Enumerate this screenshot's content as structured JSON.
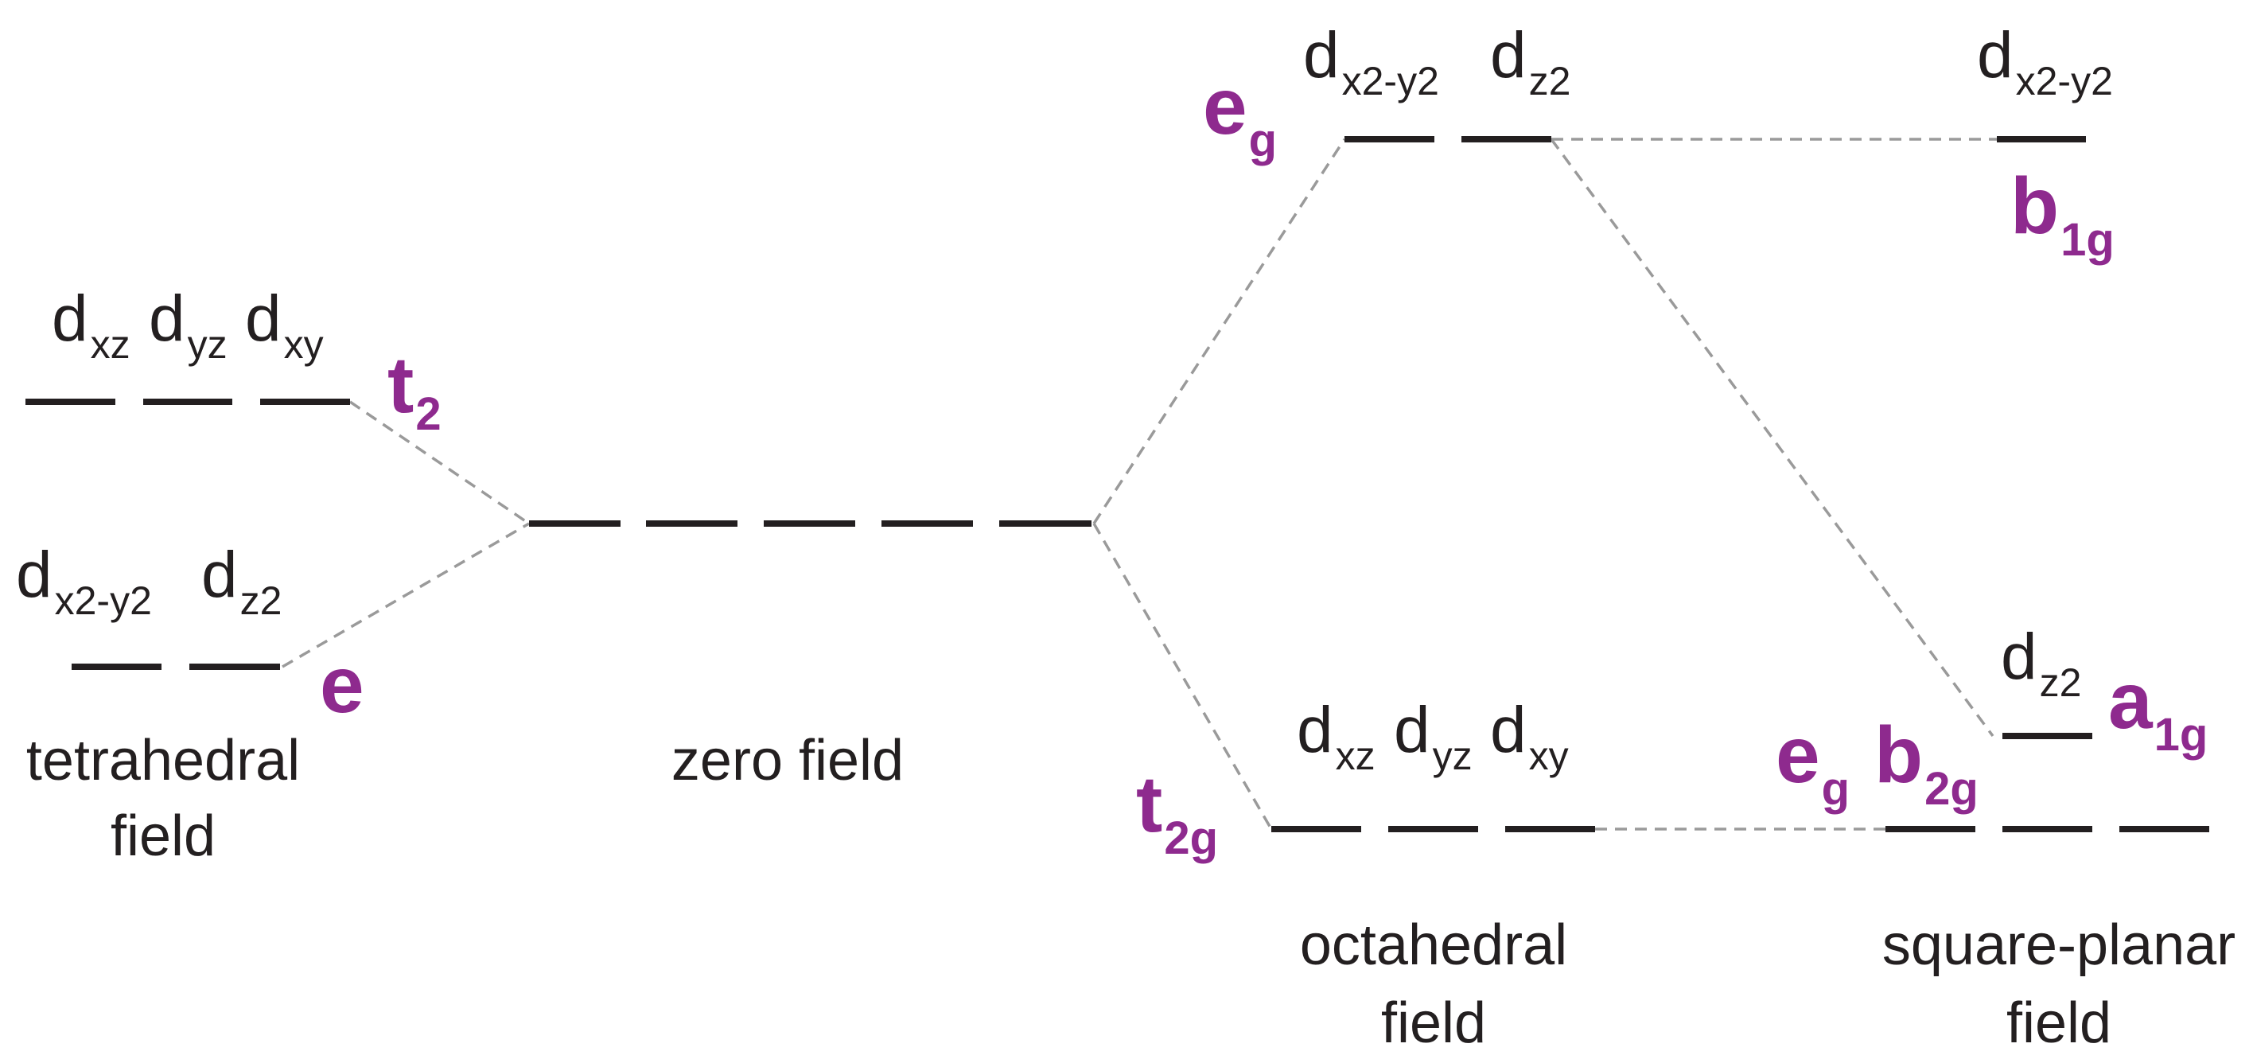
{
  "colors": {
    "line": "#231f20",
    "symmetry": "#8e2a8e",
    "connector": "#9a9a9a"
  },
  "fields": {
    "tetrahedral": {
      "line1": "tetrahedral",
      "line2": "field"
    },
    "zero": {
      "line1": "zero field"
    },
    "octahedral": {
      "line1": "octahedral",
      "line2": "field"
    },
    "square_planar": {
      "line1": "square-planar",
      "line2": "field"
    }
  },
  "orbitals": {
    "d": "d",
    "xz": "xz",
    "yz": "yz",
    "xy": "xy",
    "x2y2": "x2-y2",
    "z2": "z2"
  },
  "symmetry": {
    "t2": {
      "main": "t",
      "sub": "2"
    },
    "e": {
      "main": "e"
    },
    "eg": {
      "main": "e",
      "sub": "g"
    },
    "t2g": {
      "main": "t",
      "sub": "2g"
    },
    "b1g": {
      "main": "b",
      "sub": "1g"
    },
    "a1g": {
      "main": "a",
      "sub": "1g"
    },
    "b2g": {
      "main": "b",
      "sub": "2g"
    }
  }
}
